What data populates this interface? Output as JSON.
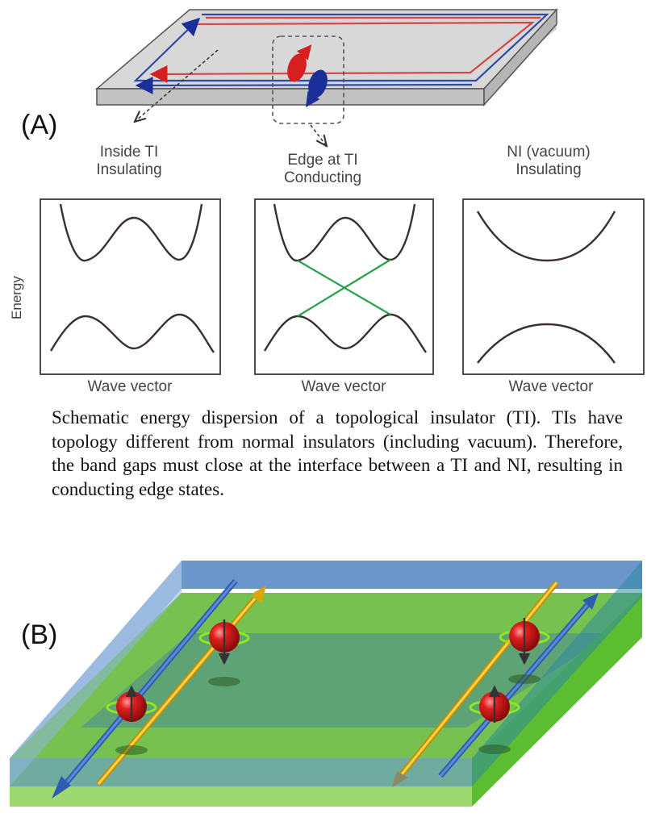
{
  "panel_a": {
    "label": "(A)",
    "regions": [
      {
        "line1": "Inside TI",
        "line2": "Insulating"
      },
      {
        "line1": "Edge at TI",
        "line2": "Conducting"
      },
      {
        "line1": "NI (vacuum)",
        "line2": "Insulating"
      }
    ],
    "energy_axis_label": "Energy",
    "wave_vector_label": "Wave vector",
    "colors": {
      "spin_up": "#d42020",
      "spin_down": "#1a2f9a",
      "edge_state": "#27a04a",
      "band": "#3a302c"
    }
  },
  "caption": "Schematic energy dispersion of a topological insulator (TI). TIs have topology different from normal insulators (including vacuum). Therefore, the band gaps must close at the interface between a TI and NI, resulting in conducting edge states.",
  "panel_b": {
    "label": "(B)",
    "colors": {
      "slab_top": "#7cc24a",
      "slab_overlay": "#4a86c8",
      "arrow_blue": "#3a6fc0",
      "arrow_gold": "#f0b000",
      "electron": "#d81818",
      "ring": "#8fe81c"
    }
  }
}
